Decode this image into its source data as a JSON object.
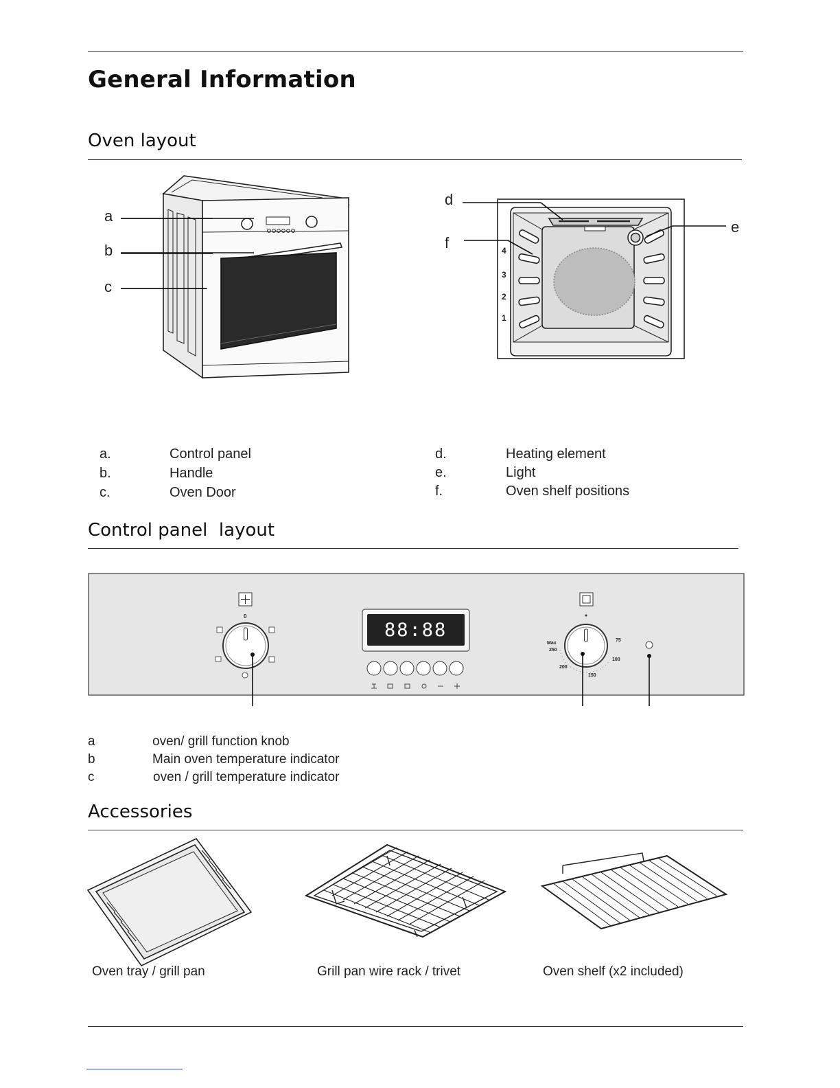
{
  "page": {
    "title": "General Information"
  },
  "oven_layout": {
    "heading": "Oven layout",
    "callouts": [
      "a",
      "b",
      "c",
      "d",
      "e",
      "f"
    ],
    "shelf_numbers": [
      "4",
      "3",
      "2",
      "1"
    ],
    "legend_left": [
      {
        "key": "a.",
        "label": "Control panel"
      },
      {
        "key": "b.",
        "label": "Handle"
      },
      {
        "key": "c.",
        "label": "Oven Door"
      }
    ],
    "legend_right": [
      {
        "key": "d.",
        "label": "Heating element"
      },
      {
        "key": "e.",
        "label": "Light"
      },
      {
        "key": "f.",
        "label": "Oven shelf positions"
      }
    ]
  },
  "control_panel": {
    "heading": "Control panel  layout",
    "knob_left_top_mark": "0",
    "clock_digits": "88:88",
    "temp_scale": [
      "Max",
      "250",
      "200",
      "150",
      "100",
      "75"
    ],
    "legend": [
      {
        "key": "a",
        "label": "oven/ grill function knob"
      },
      {
        "key": "b",
        "label": "Main oven temperature indicator"
      },
      {
        "key": "c",
        "label": "oven / grill temperature indicator"
      }
    ]
  },
  "accessories": {
    "heading": "Accessories",
    "items": [
      {
        "label": "Oven tray / grill pan",
        "icon": "oven-tray-icon"
      },
      {
        "label": "Grill pan wire rack / trivet",
        "icon": "wire-rack-icon"
      },
      {
        "label": "Oven shelf (x2 included)",
        "icon": "oven-shelf-icon"
      }
    ]
  }
}
